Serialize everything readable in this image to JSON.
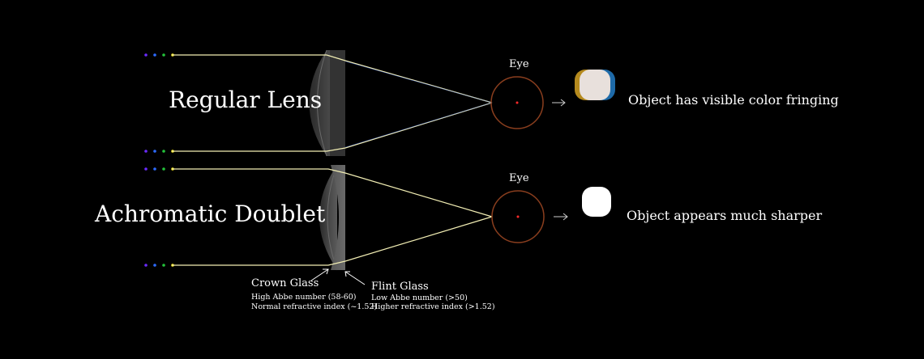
{
  "colors": {
    "background": "#000000",
    "ray": "#f2eeb4",
    "eye_outline": "#8a3e1e",
    "pupil": "#ff2a2a",
    "lens_fill": "#4a4a4a",
    "flint_fill": "#6a6a6a",
    "dash_colors": [
      "#6b2bff",
      "#2d6bff",
      "#23c23a",
      "#f5e61a",
      "#ff3333"
    ]
  },
  "top": {
    "lens_label": "Regular Lens",
    "eye_label": "Eye",
    "result_label": "Object has visible color fringing",
    "arrow_icon": "right-arrow-icon"
  },
  "bottom": {
    "lens_label": "Achromatic Doublet",
    "eye_label": "Eye",
    "result_label": "Object appears much sharper",
    "arrow_icon": "right-arrow-icon"
  },
  "crown": {
    "title": "Crown Glass",
    "note1": "High Abbe number (58-60)",
    "note2": "Normal refractive index (~1.52)"
  },
  "flint": {
    "title": "Flint Glass",
    "note1": "Low Abbe number (>50)",
    "note2": "Higher refractive index (>1.52)"
  }
}
